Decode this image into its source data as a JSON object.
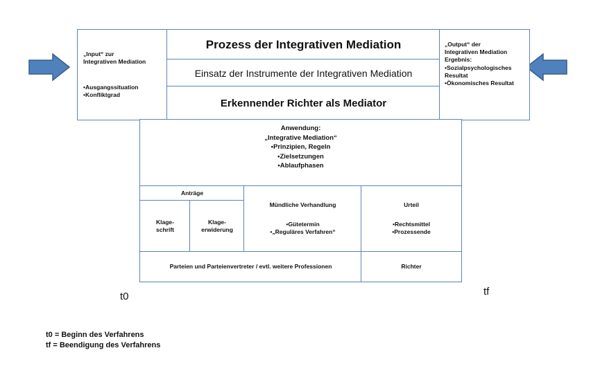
{
  "left_box": {
    "title_line1": "„Input“ zur",
    "title_line2": "Integrativen Mediation",
    "items": [
      "Ausgangssituation",
      "Konfliktgrad"
    ]
  },
  "center": {
    "row1": "Prozess der Integrativen Mediation",
    "row2": "Einsatz der Instrumente der Integrativen Mediation",
    "row3": "Erkennender Richter als Mediator"
  },
  "right_box": {
    "title_line1": "„Output“ der",
    "title_line2": "Integrativen Mediation",
    "title_line3": "Ergebnis:",
    "items": [
      "Sozialpsychologisches Resultat",
      "Ökonomisches Resultat"
    ]
  },
  "anwendung": {
    "line1": "Anwendung:",
    "line2": "„Integrative Mediation“",
    "items": [
      "Prinzipien, Regeln",
      "Zielsetzungen",
      "Ablaufphasen"
    ]
  },
  "antraege": {
    "title": "Anträge",
    "klageschrift": "Klage-\nschrift",
    "klageerwiderung": "Klage-\nerwiderung"
  },
  "verhandlung": {
    "title": "Mündliche Verhandlung",
    "items": [
      "Gütetermin",
      "„Reguläres Verfahren“"
    ]
  },
  "urteil": {
    "title": "Urteil",
    "items": [
      "Rechtsmittel",
      "Prozessende"
    ]
  },
  "bottom": {
    "parties": "Parteien und Parteienvertreter / evtl. weitere Professionen",
    "richter": "Richter"
  },
  "time": {
    "t0": "t0",
    "tf": "tf",
    "legend_t0": "t0 = Beginn des Verfahrens",
    "legend_tf": "tf = Beendigung des Verfahrens"
  },
  "colors": {
    "border": "#5b83b8",
    "arrow_fill": "#4f81bd",
    "arrow_stroke": "#385d8a"
  }
}
